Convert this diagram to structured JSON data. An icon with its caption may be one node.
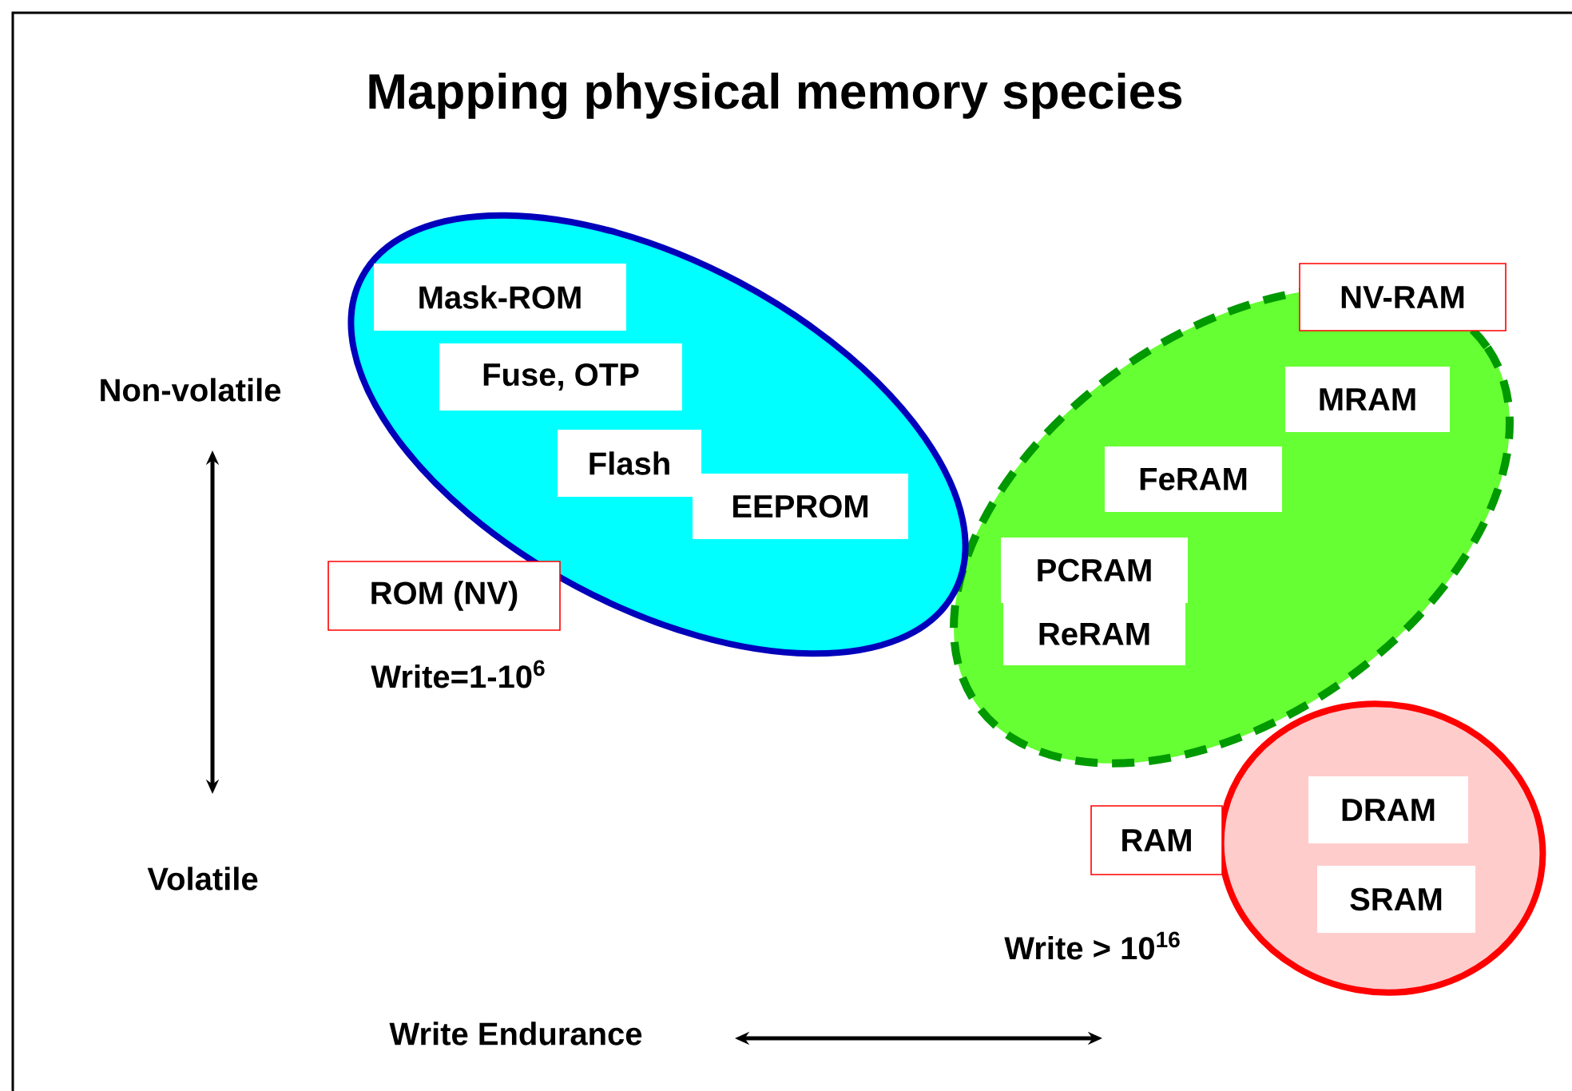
{
  "diagram": {
    "title": "Mapping physical memory species",
    "nodes": [
      {
        "text": [],
        "shape": "ellipse"
      },
      {
        "text": [
          "Mask-ROM"
        ],
        "in": 0
      },
      {
        "text": [
          "Fuse, OTP"
        ],
        "in": 0
      },
      {
        "text": [
          "Flash"
        ],
        "in": 0
      },
      {
        "text": [
          "EEPROM"
        ],
        "in": 0
      },
      {
        "text": [
          "ROM (NV)"
        ]
      },
      {
        "text": [
          "NV-RAM"
        ]
      },
      {
        "text": [],
        "shape": "ellipse"
      },
      {
        "text": [
          "MRAM"
        ],
        "in": 7
      },
      {
        "text": [
          "FeRAM"
        ],
        "in": 7
      },
      {
        "text": [
          "PCRAM"
        ],
        "in": 7
      },
      {
        "text": [
          "ReRAM"
        ],
        "in": 7
      },
      {
        "text": [
          "RAM"
        ]
      },
      {
        "text": [],
        "shape": "ellipse"
      },
      {
        "text": [
          "DRAM"
        ],
        "in": 13
      },
      {
        "text": [
          "SRAM"
        ],
        "in": 13
      }
    ],
    "labels": [
      "Non-volatile",
      "Write=1-10$^{6}$",
      "Volatile",
      "Write > 10$^{16}$",
      "Write Endurance"
    ]
  }
}
